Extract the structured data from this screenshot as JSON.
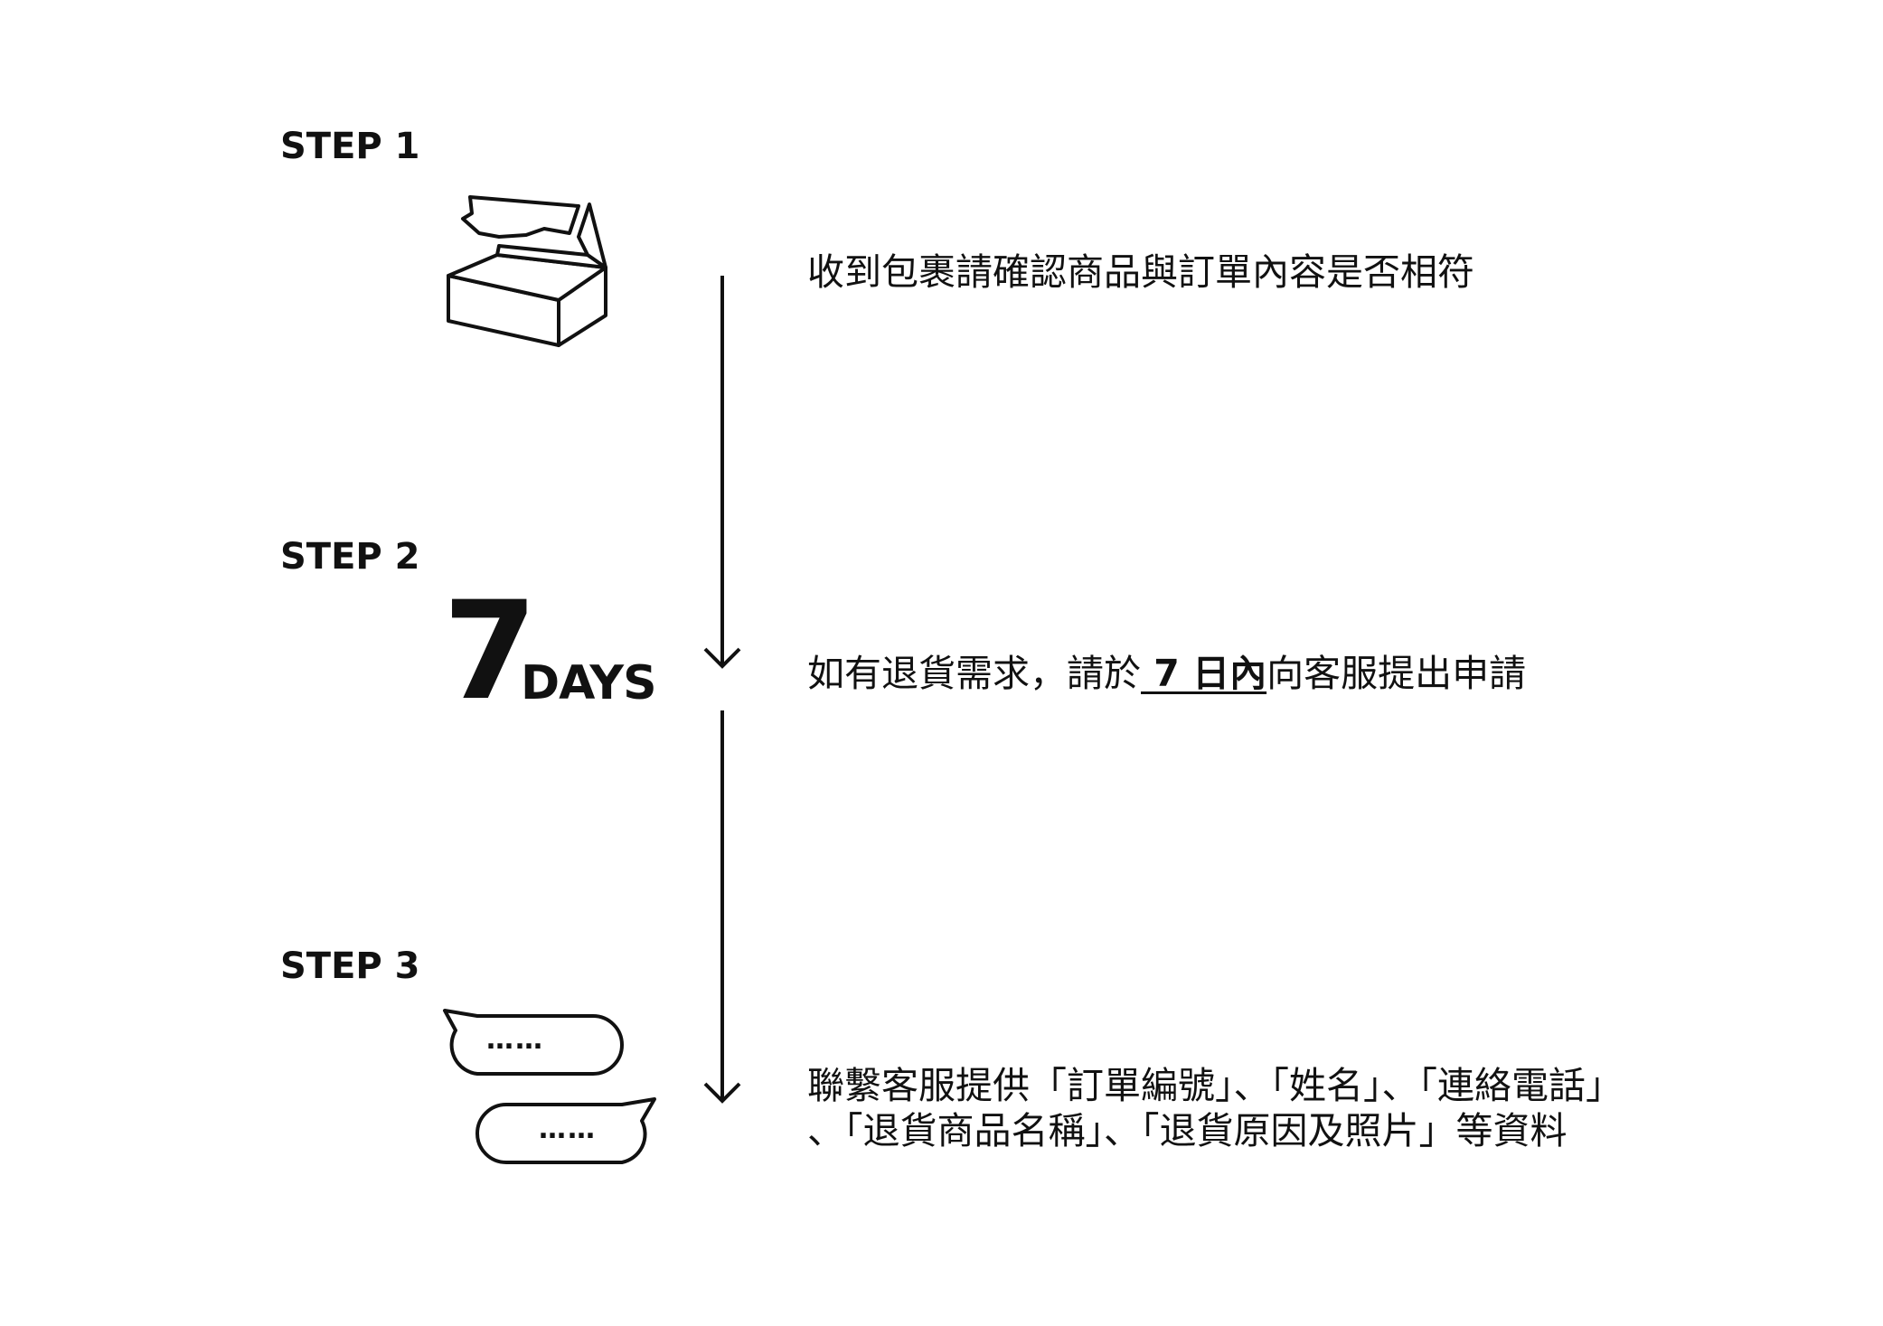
{
  "steps": [
    {
      "label": "STEP 1",
      "icon": "open-box-icon",
      "description": "收到包裹請確認商品與訂單內容是否相符"
    },
    {
      "label": "STEP 2",
      "badge_number": "7",
      "badge_unit": "DAYS",
      "description_before": "如有退貨需求，請於",
      "description_highlight": " 7 日內",
      "description_after": "向客服提出申請"
    },
    {
      "label": "STEP 3",
      "icon": "chat-bubbles-icon",
      "bubble_text_1": "……",
      "bubble_text_2": "……",
      "description_line1": "聯繫客服提供「訂單編號」、「姓名」、「連絡電話」",
      "description_line2": "、「退貨商品名稱」、「退貨原因及照片」等資料"
    }
  ],
  "colors": {
    "ink": "#111111",
    "background": "#ffffff"
  }
}
